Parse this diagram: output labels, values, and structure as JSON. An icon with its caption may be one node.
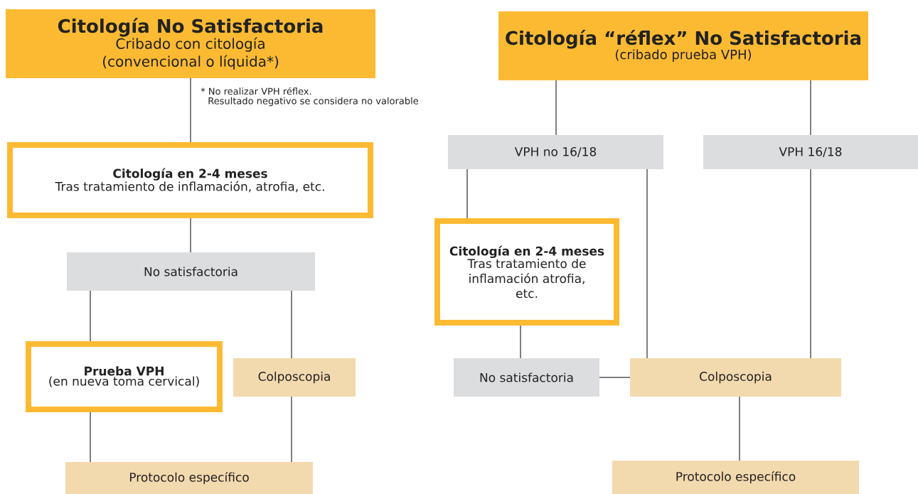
{
  "diagram": {
    "nodes": [
      {
        "text": [
          "Citología No Satisfactoria",
          "Cribado con citología (convencional o líquida*)"
        ]
      },
      {
        "text": [
          "Citología en 2-4 meses",
          "Tras tratamiento de inflamación, atrofia, etc."
        ]
      },
      {
        "text": [
          "No satisfactoria"
        ]
      },
      {
        "text": [
          "Prueba VPH",
          "(en nueva toma cervical)"
        ]
      },
      {
        "text": [
          "Colposcopia"
        ]
      },
      {
        "text": [
          "Protocolo específico"
        ]
      },
      {
        "text": [
          "Citología “réflex” No Satisfactoria",
          "(cribado prueba VPH)"
        ]
      },
      {
        "text": [
          "VPH no 16/18"
        ]
      },
      {
        "text": [
          "VPH  16/18"
        ]
      },
      {
        "text": [
          "Citología en 2-4 meses",
          "Tras tratamiento de inflamación atrofia, etc."
        ]
      },
      {
        "text": [
          "No satisfactoria"
        ]
      },
      {
        "text": [
          "Colposcopia"
        ]
      },
      {
        "text": [
          "Protocolo específico"
        ]
      }
    ],
    "edges": [
      {
        "from": 0,
        "to": 1,
        "arrow": "none"
      },
      {
        "from": 1,
        "to": 2,
        "arrow": "none"
      },
      {
        "from": 2,
        "to": 3,
        "arrow": "none"
      },
      {
        "from": 2,
        "to": 4,
        "arrow": "none"
      },
      {
        "from": 3,
        "to": 5,
        "arrow": "none"
      },
      {
        "from": 4,
        "to": 5,
        "arrow": "none"
      },
      {
        "from": 6,
        "to": 7,
        "arrow": "none"
      },
      {
        "from": 6,
        "to": 8,
        "arrow": "none"
      },
      {
        "from": 7,
        "to": 9,
        "arrow": "none"
      },
      {
        "from": 7,
        "to": 11,
        "arrow": "none"
      },
      {
        "from": 8,
        "to": 11,
        "arrow": "none"
      },
      {
        "from": 9,
        "to": 10,
        "arrow": "none"
      },
      {
        "from": 10,
        "to": 11,
        "arrow": "none"
      },
      {
        "from": 11,
        "to": 12,
        "arrow": "none"
      }
    ],
    "labels": [
      "* No realizar VPH réflex.",
      "Resultado negativo se considera no valorable"
    ]
  }
}
